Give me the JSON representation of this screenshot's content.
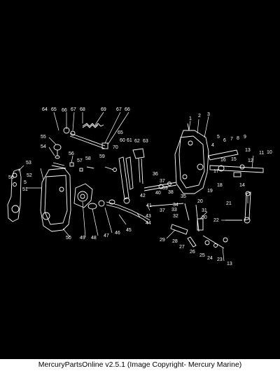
{
  "caption": "MercuryPartsOnline v2.5.1 (Image Copyright- Mercury Marine)",
  "callouts": [
    {
      "id": "64",
      "text": "64"
    },
    {
      "id": "65",
      "text": "65"
    },
    {
      "id": "66a",
      "text": "66"
    },
    {
      "id": "67a",
      "text": "67"
    },
    {
      "id": "68",
      "text": "68"
    },
    {
      "id": "69",
      "text": "69"
    },
    {
      "id": "67b",
      "text": "67"
    },
    {
      "id": "66b",
      "text": "66"
    },
    {
      "id": "55",
      "text": "55"
    },
    {
      "id": "54",
      "text": "54"
    },
    {
      "id": "56",
      "text": "56"
    },
    {
      "id": "57",
      "text": "57"
    },
    {
      "id": "58",
      "text": "58"
    },
    {
      "id": "59",
      "text": "59"
    },
    {
      "id": "70",
      "text": "70"
    },
    {
      "id": "60",
      "text": "60"
    },
    {
      "id": "61",
      "text": "61"
    },
    {
      "id": "62",
      "text": "62"
    },
    {
      "id": "63",
      "text": "63"
    },
    {
      "id": "65b",
      "text": "65"
    },
    {
      "id": "1",
      "text": "1"
    },
    {
      "id": "2",
      "text": "2"
    },
    {
      "id": "3",
      "text": "3"
    },
    {
      "id": "4",
      "text": "4"
    },
    {
      "id": "5a",
      "text": "5"
    },
    {
      "id": "6",
      "text": "6"
    },
    {
      "id": "7",
      "text": "7"
    },
    {
      "id": "8",
      "text": "8"
    },
    {
      "id": "9",
      "text": "9"
    },
    {
      "id": "16",
      "text": "16"
    },
    {
      "id": "15",
      "text": "15"
    },
    {
      "id": "13a",
      "text": "13"
    },
    {
      "id": "11",
      "text": "11"
    },
    {
      "id": "10",
      "text": "10"
    },
    {
      "id": "12",
      "text": "12"
    },
    {
      "id": "17",
      "text": "17"
    },
    {
      "id": "18",
      "text": "18"
    },
    {
      "id": "14",
      "text": "14"
    },
    {
      "id": "53",
      "text": "53"
    },
    {
      "id": "50a",
      "text": "50"
    },
    {
      "id": "52",
      "text": "52"
    },
    {
      "id": "5b",
      "text": "5"
    },
    {
      "id": "51",
      "text": "51"
    },
    {
      "id": "36",
      "text": "36"
    },
    {
      "id": "37",
      "text": "37"
    },
    {
      "id": "39",
      "text": "39"
    },
    {
      "id": "40",
      "text": "40"
    },
    {
      "id": "38",
      "text": "38"
    },
    {
      "id": "35",
      "text": "35"
    },
    {
      "id": "42",
      "text": "42"
    },
    {
      "id": "41",
      "text": "41"
    },
    {
      "id": "20",
      "text": "20"
    },
    {
      "id": "19",
      "text": "19"
    },
    {
      "id": "21",
      "text": "21"
    },
    {
      "id": "37b",
      "text": "37"
    },
    {
      "id": "34",
      "text": "34"
    },
    {
      "id": "33",
      "text": "33"
    },
    {
      "id": "32",
      "text": "32"
    },
    {
      "id": "31",
      "text": "31"
    },
    {
      "id": "30",
      "text": "30"
    },
    {
      "id": "22",
      "text": "22"
    },
    {
      "id": "43",
      "text": "43"
    },
    {
      "id": "44",
      "text": "44"
    },
    {
      "id": "45",
      "text": "45"
    },
    {
      "id": "46",
      "text": "46"
    },
    {
      "id": "47",
      "text": "47"
    },
    {
      "id": "48",
      "text": "48"
    },
    {
      "id": "49",
      "text": "49"
    },
    {
      "id": "50b",
      "text": "50"
    },
    {
      "id": "29",
      "text": "29"
    },
    {
      "id": "28",
      "text": "28"
    },
    {
      "id": "27",
      "text": "27"
    },
    {
      "id": "26",
      "text": "26"
    },
    {
      "id": "25",
      "text": "25"
    },
    {
      "id": "24",
      "text": "24"
    },
    {
      "id": "23",
      "text": "23"
    },
    {
      "id": "13b",
      "text": "13"
    }
  ]
}
